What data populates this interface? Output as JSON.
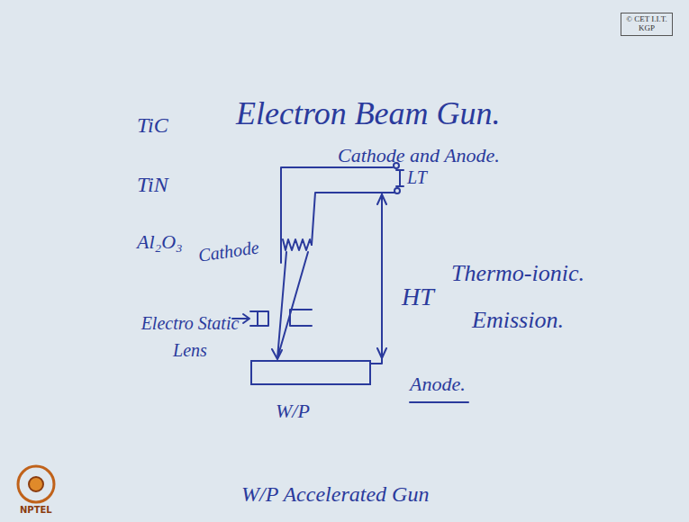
{
  "diagram": {
    "title": "Electron Beam Gun.",
    "nodes": [
      {
        "text": [
          "W/P"
        ]
      }
    ],
    "labels": [
      "© CET I.I.T. KGP",
      "TiC",
      "Cathode and Anode.",
      "LT",
      "TiN",
      "Al₂O₃",
      "Cathode",
      "Thermo-ionic. Emission.",
      "Electro Static Lens",
      "HT",
      "Anode.",
      "W/P Accelerated Gun",
      "NPTEL"
    ]
  }
}
